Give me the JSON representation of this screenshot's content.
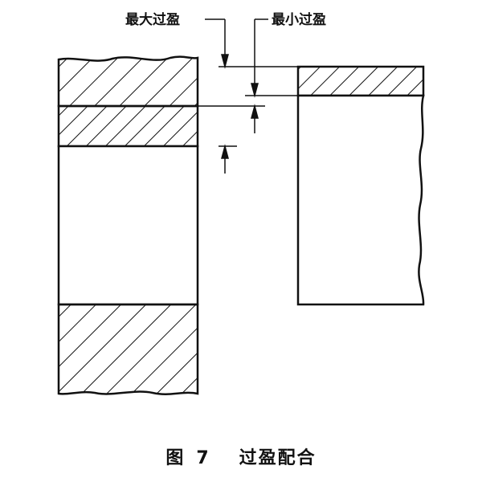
{
  "labels": {
    "max_interference": "最大过盈",
    "min_interference": "最小过盈"
  },
  "caption": {
    "figure": "图",
    "number": "7",
    "title": "过盈配合"
  }
}
